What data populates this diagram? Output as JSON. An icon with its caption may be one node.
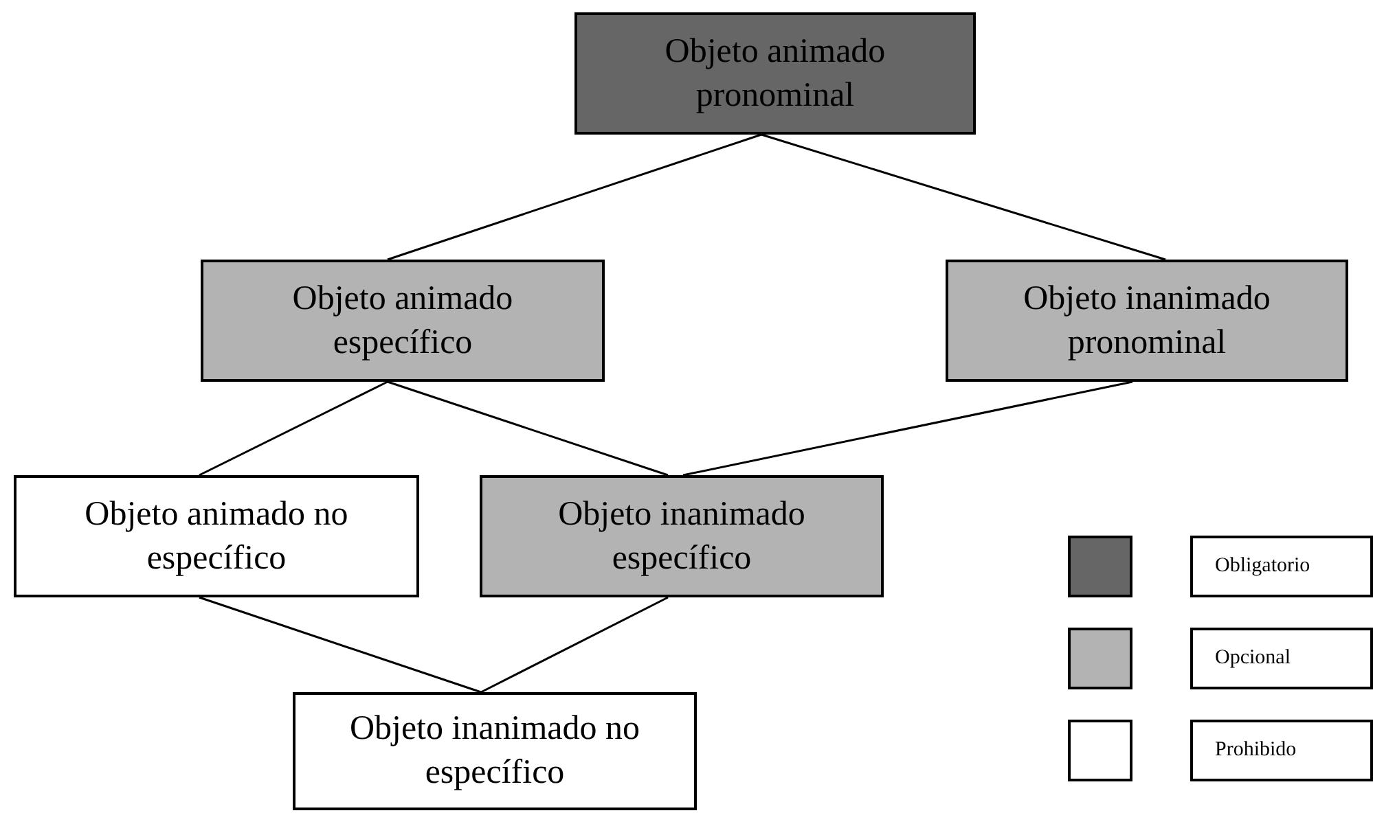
{
  "diagram": {
    "nodes": [
      {
        "text": [
          "Objeto animado pronominal"
        ]
      },
      {
        "text": [
          "Objeto animado específico"
        ]
      },
      {
        "text": [
          "Objeto inanimado pronominal"
        ]
      },
      {
        "text": [
          "Objeto animado no específico"
        ]
      },
      {
        "text": [
          "Objeto inanimado específico"
        ]
      },
      {
        "text": [
          "Objeto inanimado no específico"
        ]
      }
    ],
    "edges": [
      {
        "from": 0,
        "to": 1,
        "arrow": "none"
      },
      {
        "from": 0,
        "to": 2,
        "arrow": "none"
      },
      {
        "from": 1,
        "to": 3,
        "arrow": "none"
      },
      {
        "from": 1,
        "to": 4,
        "arrow": "none"
      },
      {
        "from": 2,
        "to": 4,
        "arrow": "none"
      },
      {
        "from": 3,
        "to": 5,
        "arrow": "none"
      },
      {
        "from": 4,
        "to": 5,
        "arrow": "none"
      }
    ],
    "legend": [
      {
        "text": "Obligatorio",
        "color": "#666666"
      },
      {
        "text": "Opcional",
        "color": "#b3b3b3"
      },
      {
        "text": "Prohibido",
        "color": "#ffffff"
      }
    ]
  }
}
